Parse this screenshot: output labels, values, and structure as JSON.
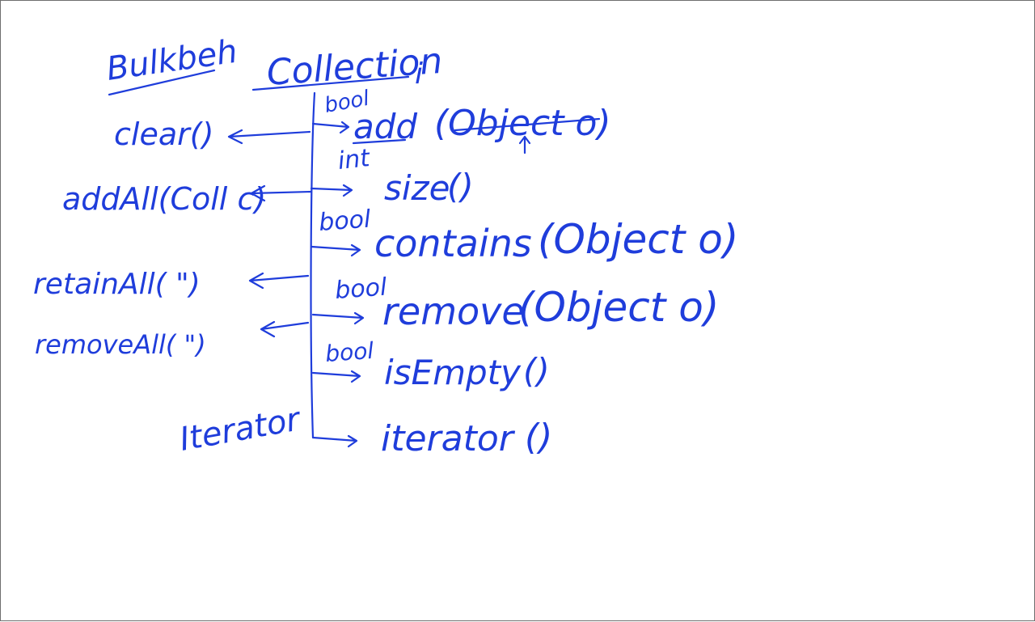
{
  "ink_color": "#1f3ddb",
  "background_color": "#ffffff",
  "border_color": "#6e6e6e",
  "left_heading": "Bulkbeh",
  "main_heading": "Collection",
  "main_heading_suffix": "i",
  "methods": [
    {
      "type": "bool",
      "name": "add",
      "params": "(Object o)"
    },
    {
      "type": "int",
      "name": "size",
      "params": "()"
    },
    {
      "type": "bool",
      "name": "contains",
      "params": "(Object o)"
    },
    {
      "type": "bool",
      "name": "remove",
      "params": "(Object o)"
    },
    {
      "type": "bool",
      "name": "isEmpty",
      "params": "()"
    },
    {
      "type": "",
      "name": "iterator",
      "params": "()"
    }
  ],
  "bulk_methods": [
    {
      "label": "clear()"
    },
    {
      "label": "addAll(Coll c)"
    },
    {
      "label": "retainAll( \")"
    },
    {
      "label": "removeAll( \")"
    }
  ],
  "iterator_label": "Iterator"
}
